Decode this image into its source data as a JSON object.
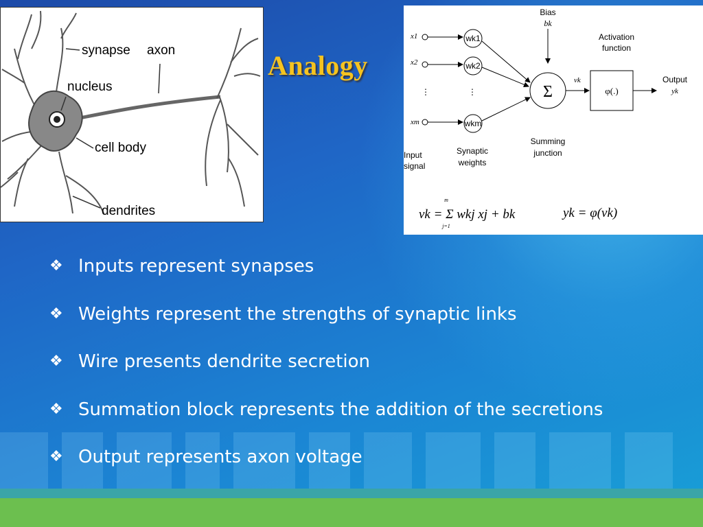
{
  "slide": {
    "title": "Analogy",
    "bullets": [
      "Inputs represent synapses",
      "Weights represent the strengths of synaptic links",
      "Wire presents dendrite secretion",
      "Summation block represents the addition of the secretions",
      "Output represents axon voltage"
    ],
    "bullet_glyph": "❖"
  },
  "neuron": {
    "labels": {
      "synapse": "synapse",
      "axon": "axon",
      "nucleus": "nucleus",
      "cell_body": "cell body",
      "dendrites": "dendrites"
    }
  },
  "neural_model": {
    "bias": "Bias",
    "bias_symbol": "bk",
    "activation": [
      "Activation",
      "function"
    ],
    "output": [
      "Output",
      "yk"
    ],
    "inputs": [
      "x1",
      "x2",
      "xm"
    ],
    "weights": [
      "wk1",
      "wk2",
      "wkm"
    ],
    "ellipsis": "⋮",
    "sum_symbol": "Σ",
    "vk": "vk",
    "phi": "φ(.)",
    "input_signal": [
      "Input",
      "signal"
    ],
    "synaptic_weights": [
      "Synaptic",
      "weights"
    ],
    "summing_junction": [
      "Summing",
      "junction"
    ],
    "eq1": "vk = Σ wkj xj + bk",
    "eq1_sum_top": "m",
    "eq1_sum_bottom": "j=1",
    "eq2": "yk = φ(vk)"
  },
  "colors": {
    "title": "#f5c320",
    "bullet_text": "#ffffff",
    "footer_green": "#6cbf4f",
    "footer_teal": "#3aa5a8"
  }
}
